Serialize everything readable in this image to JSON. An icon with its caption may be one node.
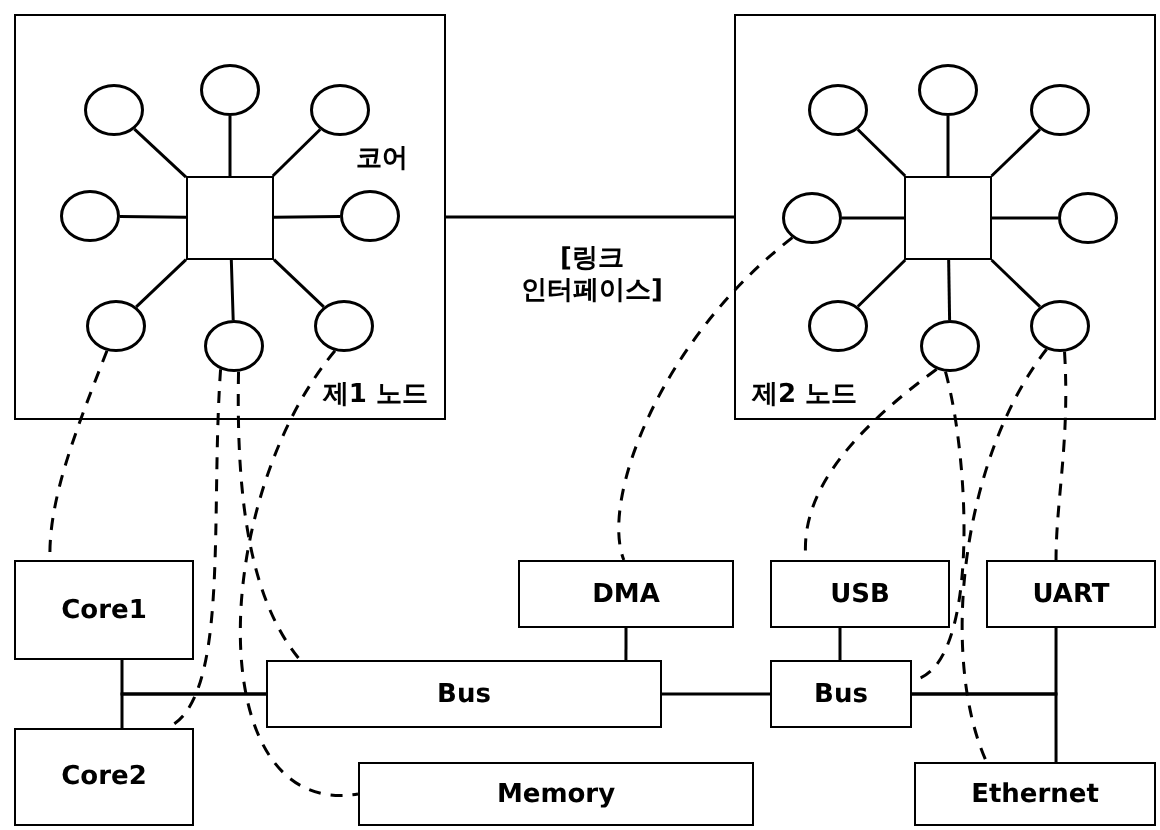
{
  "diagram": {
    "nodes": [
      {
        "text": [
          "제1 노드"
        ]
      },
      {
        "text": [],
        "shape": "box",
        "in": 0
      },
      {
        "text": [],
        "shape": "circle",
        "in": 0
      },
      {
        "text": [],
        "shape": "circle",
        "in": 0
      },
      {
        "text": [],
        "shape": "circle",
        "in": 0
      },
      {
        "text": [],
        "shape": "circle",
        "in": 0
      },
      {
        "text": [],
        "shape": "circle",
        "in": 0
      },
      {
        "text": [],
        "shape": "circle",
        "in": 0
      },
      {
        "text": [],
        "shape": "circle",
        "in": 0
      },
      {
        "text": [],
        "shape": "circle",
        "in": 0
      },
      {
        "text": [
          "제2 노드"
        ]
      },
      {
        "text": [],
        "shape": "box",
        "in": 10
      },
      {
        "text": [],
        "shape": "circle",
        "in": 10
      },
      {
        "text": [],
        "shape": "circle",
        "in": 10
      },
      {
        "text": [],
        "shape": "circle",
        "in": 10
      },
      {
        "text": [],
        "shape": "circle",
        "in": 10
      },
      {
        "text": [],
        "shape": "circle",
        "in": 10
      },
      {
        "text": [],
        "shape": "circle",
        "in": 10
      },
      {
        "text": [],
        "shape": "circle",
        "in": 10
      },
      {
        "text": [],
        "shape": "circle",
        "in": 10
      },
      {
        "text": [
          "Core1"
        ]
      },
      {
        "text": [
          "DMA"
        ]
      },
      {
        "text": [
          "USB"
        ]
      },
      {
        "text": [
          "UART"
        ]
      },
      {
        "text": [
          "Bus"
        ]
      },
      {
        "text": [
          "Bus"
        ]
      },
      {
        "text": [
          "Core2"
        ]
      },
      {
        "text": [
          "Memory"
        ]
      },
      {
        "text": [
          "Ethernet"
        ]
      }
    ],
    "edges": [
      {
        "from": 1,
        "to": 2,
        "arrow": "none"
      },
      {
        "from": 1,
        "to": 3,
        "arrow": "none"
      },
      {
        "from": 1,
        "to": 4,
        "arrow": "none"
      },
      {
        "from": 1,
        "to": 5,
        "arrow": "none"
      },
      {
        "from": 1,
        "to": 6,
        "arrow": "none"
      },
      {
        "from": 1,
        "to": 7,
        "arrow": "none"
      },
      {
        "from": 1,
        "to": 8,
        "arrow": "none"
      },
      {
        "from": 1,
        "to": 9,
        "arrow": "none"
      },
      {
        "from": 11,
        "to": 12,
        "arrow": "none"
      },
      {
        "from": 11,
        "to": 13,
        "arrow": "none"
      },
      {
        "from": 11,
        "to": 14,
        "arrow": "none"
      },
      {
        "from": 11,
        "to": 15,
        "arrow": "none"
      },
      {
        "from": 11,
        "to": 16,
        "arrow": "none"
      },
      {
        "from": 11,
        "to": 17,
        "arrow": "none"
      },
      {
        "from": 11,
        "to": 18,
        "arrow": "none"
      },
      {
        "from": 11,
        "to": 19,
        "arrow": "none"
      },
      {
        "from": 0,
        "to": 10,
        "arrow": "none",
        "label": "[링크 인터페이스]"
      },
      {
        "from": 20,
        "to": 24,
        "arrow": "none"
      },
      {
        "from": 26,
        "to": 24,
        "arrow": "none"
      },
      {
        "from": 21,
        "to": 24,
        "arrow": "none"
      },
      {
        "from": 24,
        "to": 25,
        "arrow": "none"
      },
      {
        "from": 22,
        "to": 25,
        "arrow": "none"
      },
      {
        "from": 25,
        "to": 23,
        "arrow": "none"
      },
      {
        "from": 25,
        "to": 28,
        "arrow": "none"
      },
      {
        "from": 7,
        "to": 20,
        "arrow": "none",
        "style": "dashed"
      },
      {
        "from": 8,
        "to": 26,
        "arrow": "none",
        "style": "dashed"
      },
      {
        "from": 8,
        "to": 24,
        "arrow": "none",
        "style": "dashed"
      },
      {
        "from": 9,
        "to": 27,
        "arrow": "none",
        "style": "dashed"
      },
      {
        "from": 15,
        "to": 21,
        "arrow": "none",
        "style": "dashed"
      },
      {
        "from": 18,
        "to": 22,
        "arrow": "none",
        "style": "dashed"
      },
      {
        "from": 18,
        "to": 25,
        "arrow": "none",
        "style": "dashed"
      },
      {
        "from": 19,
        "to": 28,
        "arrow": "none",
        "style": "dashed"
      },
      {
        "from": 19,
        "to": 23,
        "arrow": "none",
        "style": "dashed"
      }
    ],
    "labels": [
      "코어"
    ]
  }
}
